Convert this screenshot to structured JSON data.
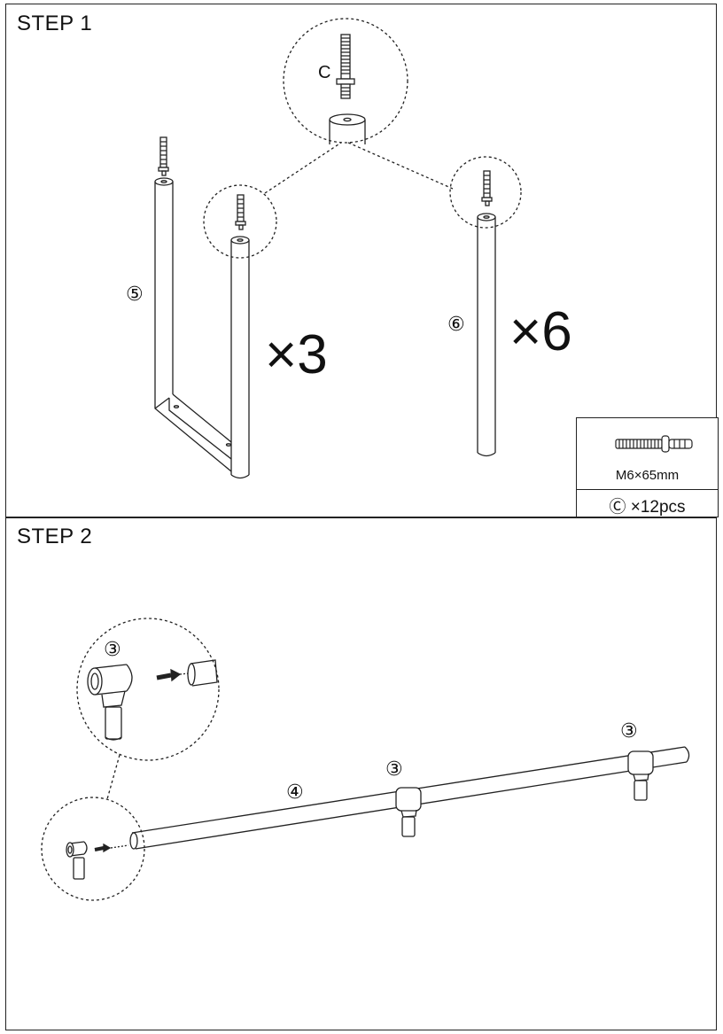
{
  "step1": {
    "title": "STEP 1",
    "part_left": "⑤",
    "part_right": "⑥",
    "qty_left": "×3",
    "qty_right": "×6",
    "bolt_letter": "C",
    "legend": {
      "spec": "M6×65mm",
      "count_symbol": "Ⓒ",
      "count": "×12pcs"
    }
  },
  "step2": {
    "title": "STEP 2",
    "part_rod": "④",
    "part_connector": "③"
  },
  "colors": {
    "line": "#222222",
    "background": "#ffffff"
  }
}
